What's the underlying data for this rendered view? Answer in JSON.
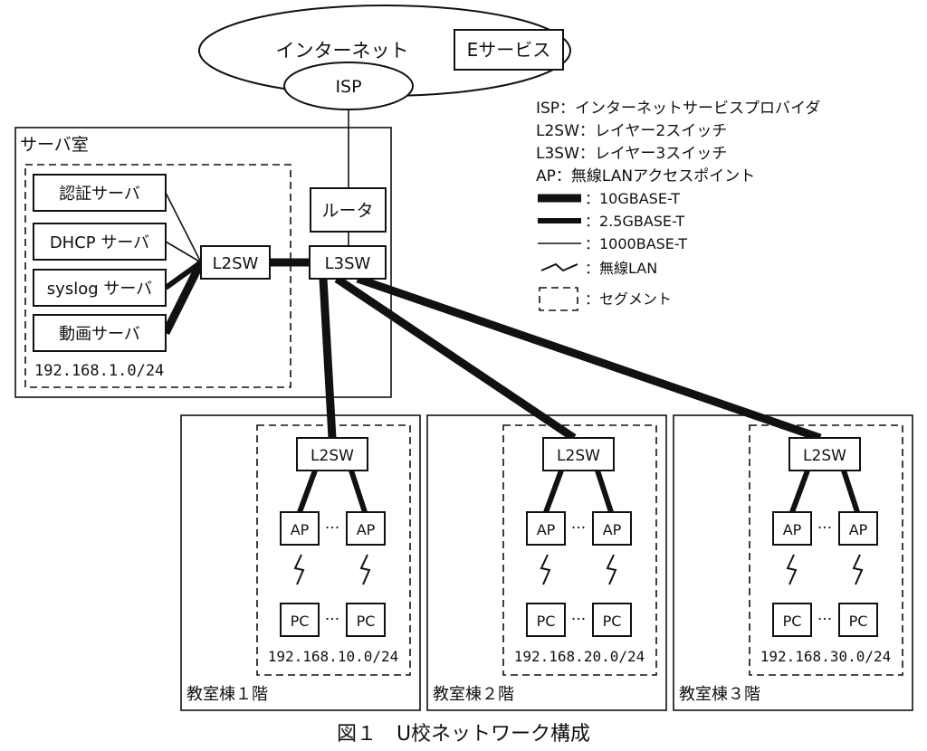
{
  "internet": {
    "label": "インターネット",
    "isp": "ISP",
    "e_service": "Eサービス"
  },
  "server_room": {
    "label": "サーバ室",
    "router": "ルータ",
    "l3sw": "L3SW",
    "l2sw": "L2SW",
    "servers": [
      "認証サーバ",
      "DHCP サーバ",
      "syslog サーバ",
      "動画サーバ"
    ],
    "subnet": "192.168.1.0/24"
  },
  "legend": {
    "isp": "ISP：インターネットサービスプロバイダ",
    "l2sw": "L2SW：レイヤー2スイッチ",
    "l3sw": "L3SW：レイヤー3スイッチ",
    "ap": "AP：無線LANアクセスポイント",
    "l10g": "：10GBASE-T",
    "l25g": "：2.5GBASE-T",
    "l1g": "：1000BASE-T",
    "wireless": "：無線LAN",
    "segment": "：セグメント"
  },
  "buildings": [
    {
      "label": "教室棟１階",
      "switch": "L2SW",
      "ap": "AP",
      "pc": "PC",
      "dots": "···",
      "subnet": "192.168.10.0/24"
    },
    {
      "label": "教室棟２階",
      "switch": "L2SW",
      "ap": "AP",
      "pc": "PC",
      "dots": "···",
      "subnet": "192.168.20.0/24"
    },
    {
      "label": "教室棟３階",
      "switch": "L2SW",
      "ap": "AP",
      "pc": "PC",
      "dots": "···",
      "subnet": "192.168.30.0/24"
    }
  ],
  "caption": "図１　U校ネットワーク構成"
}
